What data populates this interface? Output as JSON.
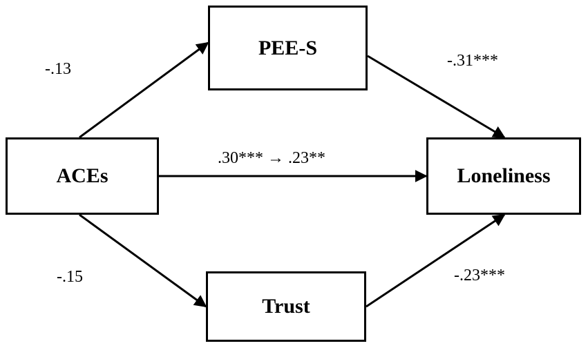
{
  "nodes": {
    "aces": "ACEs",
    "pees": "PEE-S",
    "loneliness": "Loneliness",
    "trust": "Trust"
  },
  "paths": {
    "aces_to_pees": "-.13",
    "pees_to_loneliness": "-.31***",
    "aces_to_loneliness": ".30*** → .23**",
    "aces_to_trust": "-.15",
    "trust_to_loneliness": "-.23***"
  },
  "colors": {
    "stroke": "#000000",
    "background": "#ffffff"
  }
}
